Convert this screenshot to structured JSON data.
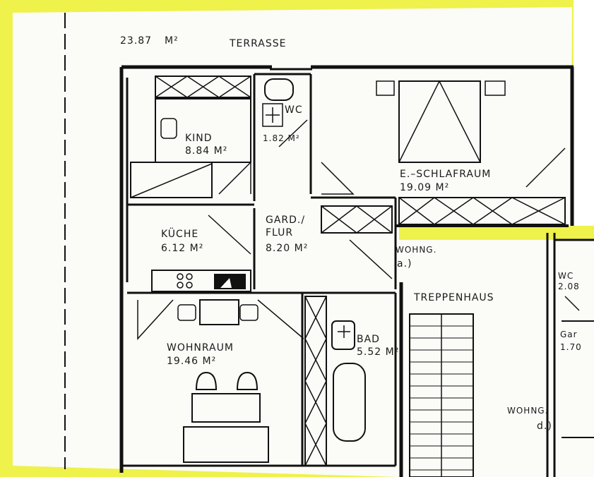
{
  "colors": {
    "highlight": "#eef24a",
    "paper": "#fbfbf8",
    "ink": "#111111"
  },
  "terrace": {
    "area": "23.87",
    "unit": "M²",
    "name": "TERRASSE"
  },
  "rooms": {
    "kind": {
      "name": "KIND",
      "area": "8.84 M²"
    },
    "wc": {
      "name": "WC",
      "area": "1.82 M²"
    },
    "schlafraum": {
      "name": "E.–SCHLAFRAUM",
      "area": "19.09 M²"
    },
    "kueche": {
      "name": "KÜCHE",
      "area": "6.12 M²"
    },
    "flur": {
      "name_line1": "GARD./",
      "name_line2": "FLUR",
      "area": "8.20 M²"
    },
    "wohnraum": {
      "name": "WOHNRAUM",
      "area": "19.46 M²"
    },
    "bad": {
      "name": "BAD",
      "area": "5.52 M²"
    },
    "treppenhaus": {
      "name": "TREPPENHAUS"
    }
  },
  "apartments": {
    "a": {
      "label": "WOHNG.",
      "letter": "a.)"
    },
    "d": {
      "label": "WOHNG.",
      "letter": "d.)"
    }
  },
  "neighbor": {
    "wc": {
      "name": "WC",
      "area": "2.08"
    },
    "gard": {
      "name": "Gar",
      "area": "1.70"
    }
  }
}
